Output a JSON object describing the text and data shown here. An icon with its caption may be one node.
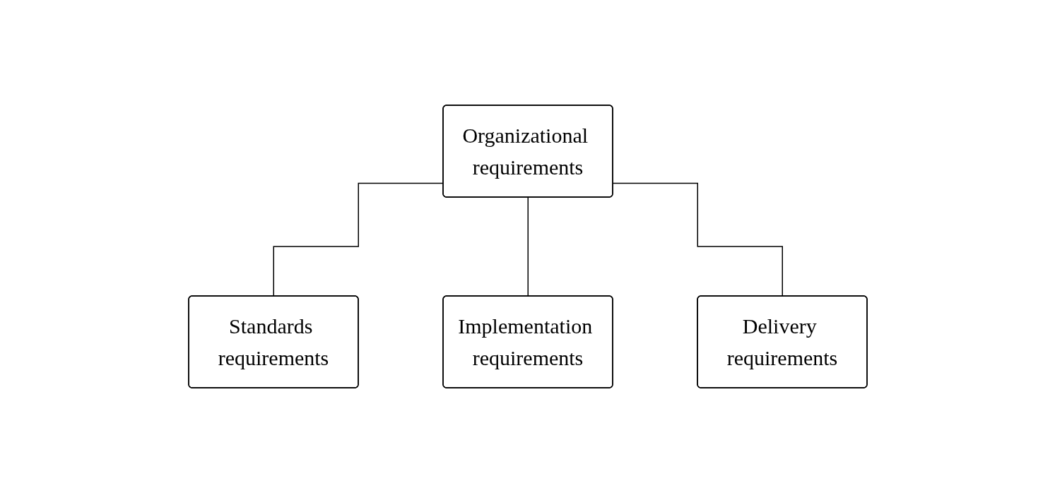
{
  "diagram": {
    "nodes": [
      {
        "text": [
          "Organizational requirements"
        ]
      },
      {
        "text": [
          "Standards requirements"
        ]
      },
      {
        "text": [
          "Implementation requirements"
        ]
      },
      {
        "text": [
          "Delivery requirements"
        ]
      }
    ],
    "edges": [
      {
        "from": 0,
        "to": 1,
        "arrow": "none"
      },
      {
        "from": 0,
        "to": 2,
        "arrow": "none"
      },
      {
        "from": 0,
        "to": 3,
        "arrow": "none"
      }
    ]
  }
}
